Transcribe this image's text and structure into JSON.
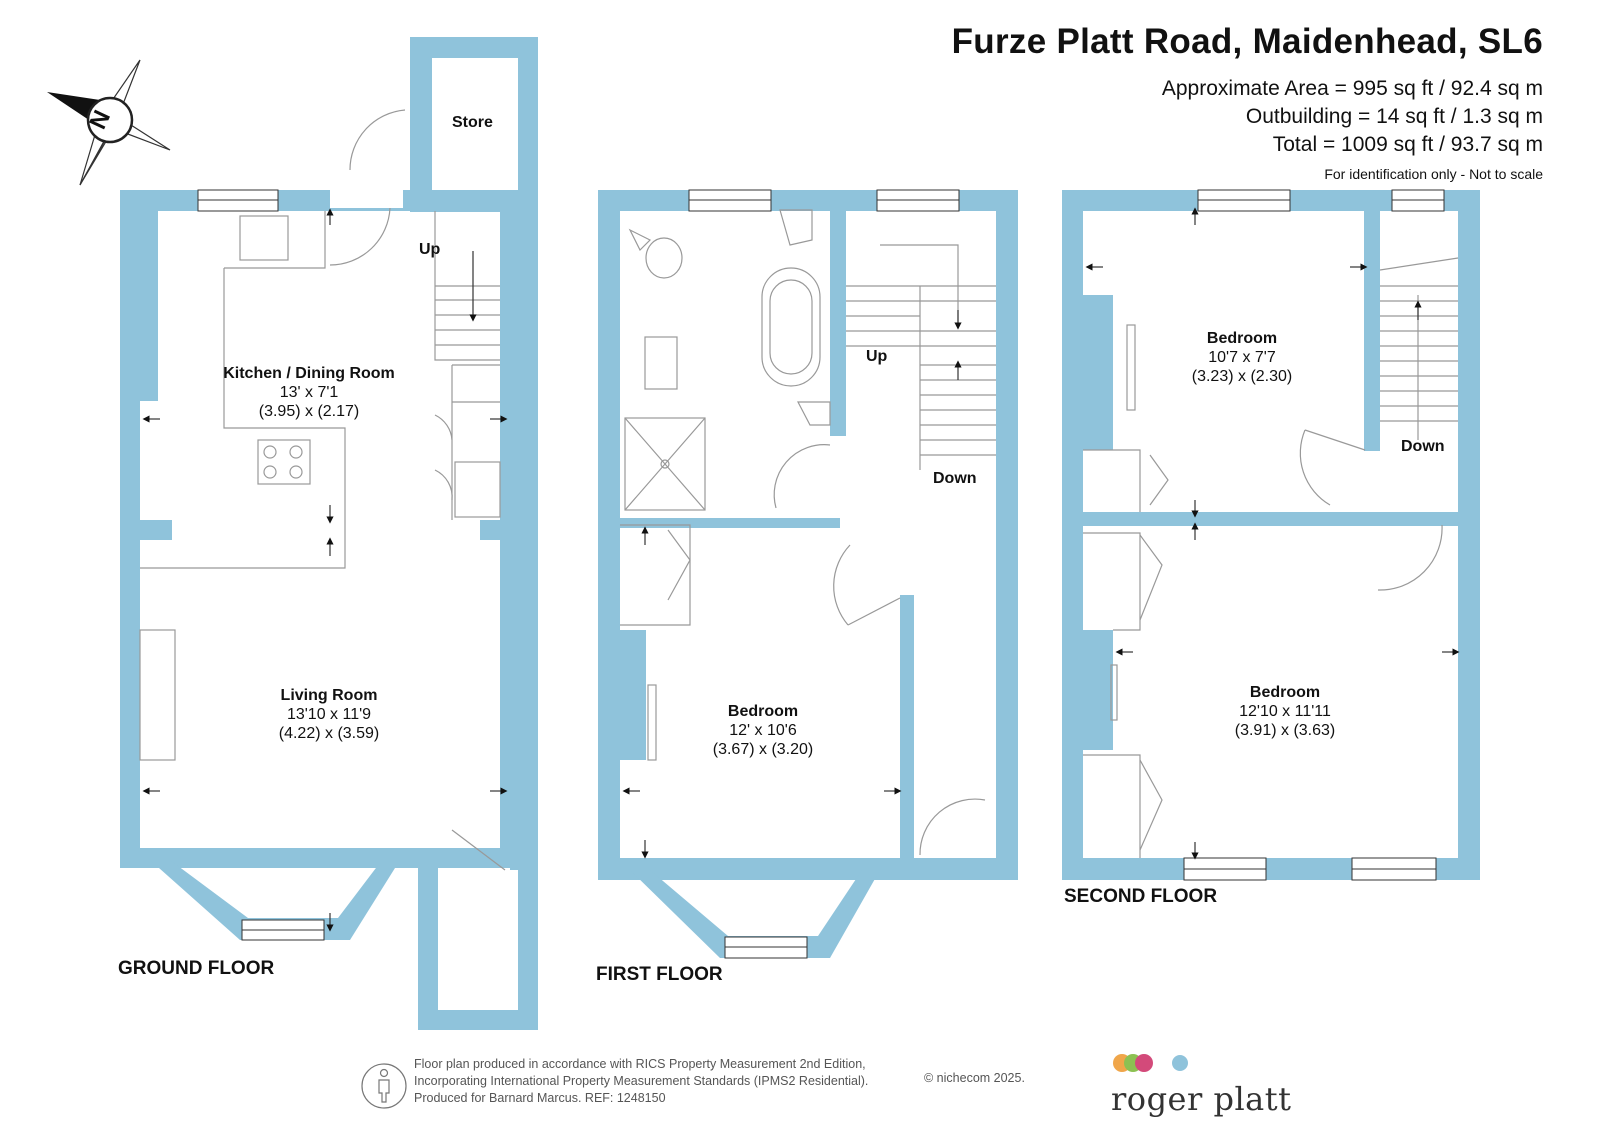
{
  "header": {
    "title": "Furze Platt Road, Maidenhead, SL6",
    "approx_area": "Approximate Area = 995 sq ft / 92.4 sq m",
    "outbuilding": "Outbuilding = 14 sq ft / 1.3 sq m",
    "total": "Total = 1009 sq ft / 93.7 sq m",
    "note": "For identification only - Not to scale"
  },
  "compass": {
    "letter": "N"
  },
  "ground_floor": {
    "label": "GROUND FLOOR",
    "store": "Store",
    "up": "Up",
    "kitchen": {
      "name": "Kitchen / Dining Room",
      "imperial": "13' x 7'1",
      "metric": "(3.95) x (2.17)"
    },
    "living": {
      "name": "Living Room",
      "imperial": "13'10 x 11'9",
      "metric": "(4.22) x (3.59)"
    }
  },
  "first_floor": {
    "label": "FIRST FLOOR",
    "up": "Up",
    "down": "Down",
    "bedroom": {
      "name": "Bedroom",
      "imperial": "12' x 10'6",
      "metric": "(3.67) x (3.20)"
    }
  },
  "second_floor": {
    "label": "SECOND FLOOR",
    "down": "Down",
    "bedroom_back": {
      "name": "Bedroom",
      "imperial": "10'7 x 7'7",
      "metric": "(3.23) x (2.30)"
    },
    "bedroom_front": {
      "name": "Bedroom",
      "imperial": "12'10 x 11'11",
      "metric": "(3.91) x (3.63)"
    }
  },
  "footer": {
    "line1": "Floor plan produced in accordance with RICS Property Measurement 2nd Edition,",
    "line2": "Incorporating International Property Measurement Standards (IPMS2 Residential).",
    "line3": "Produced for Barnard Marcus.   REF:  1248150",
    "copyright": "© nichecom 2025.",
    "brand": "roger platt"
  },
  "colors": {
    "wall": "#8fc3db",
    "line": "#999999",
    "brand_dots": [
      "#f0a64a",
      "#8cc152",
      "#d34a7a",
      "#8fc3db"
    ]
  }
}
